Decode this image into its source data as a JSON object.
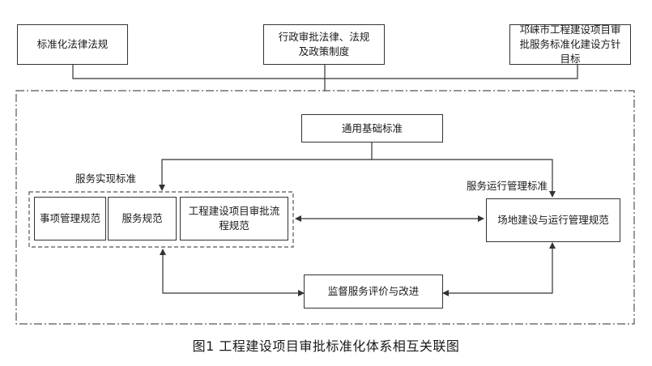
{
  "top_boxes": {
    "laws": "标准化法律法规",
    "admin": "行政审批法律、法规及政策制度",
    "goals": "邛崃市工程建设项目审批服务标准化建设方针目标"
  },
  "general_standard": "通用基础标准",
  "service_realization": {
    "label": "服务实现标准",
    "items": [
      "事项管理规范",
      "服务规范",
      "工程建设项目审批流程规范"
    ]
  },
  "service_operation": {
    "label": "服务运行管理标准",
    "box": "场地建设与运行管理规范"
  },
  "supervision": "监督服务评价与改进",
  "caption": "图1  工程建设项目审批标准化体系相互关联图",
  "colors": {
    "line": "#333333",
    "dash": "#555555"
  }
}
